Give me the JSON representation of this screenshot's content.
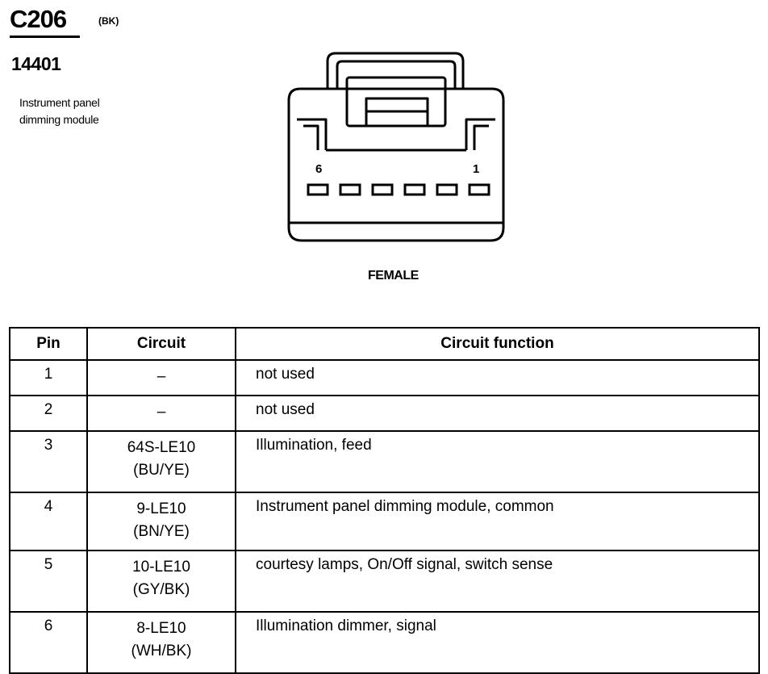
{
  "header": {
    "connector_id": "C206",
    "color_code": "(BK)",
    "part_number": "14401",
    "description_lines": [
      "Instrument panel",
      "dimming module"
    ]
  },
  "connector": {
    "pin_label_left": "6",
    "pin_label_right": "1",
    "pin_count": 6,
    "caption": "FEMALE"
  },
  "table": {
    "headers": [
      "Pin",
      "Circuit",
      "Circuit function"
    ],
    "rows": [
      {
        "pin": "1",
        "circuit": "–",
        "circuit_color": "",
        "function": "not used"
      },
      {
        "pin": "2",
        "circuit": "–",
        "circuit_color": "",
        "function": "not used"
      },
      {
        "pin": "3",
        "circuit": "64S-LE10",
        "circuit_color": "(BU/YE)",
        "function": "Illumination, feed"
      },
      {
        "pin": "4",
        "circuit": "9-LE10",
        "circuit_color": "(BN/YE)",
        "function": "Instrument panel dimming module, common"
      },
      {
        "pin": "5",
        "circuit": "10-LE10",
        "circuit_color": "(GY/BK)",
        "function": "courtesy lamps, On/Off signal, switch sense"
      },
      {
        "pin": "6",
        "circuit": "8-LE10",
        "circuit_color": "(WH/BK)",
        "function": "Illumination dimmer, signal"
      }
    ]
  }
}
